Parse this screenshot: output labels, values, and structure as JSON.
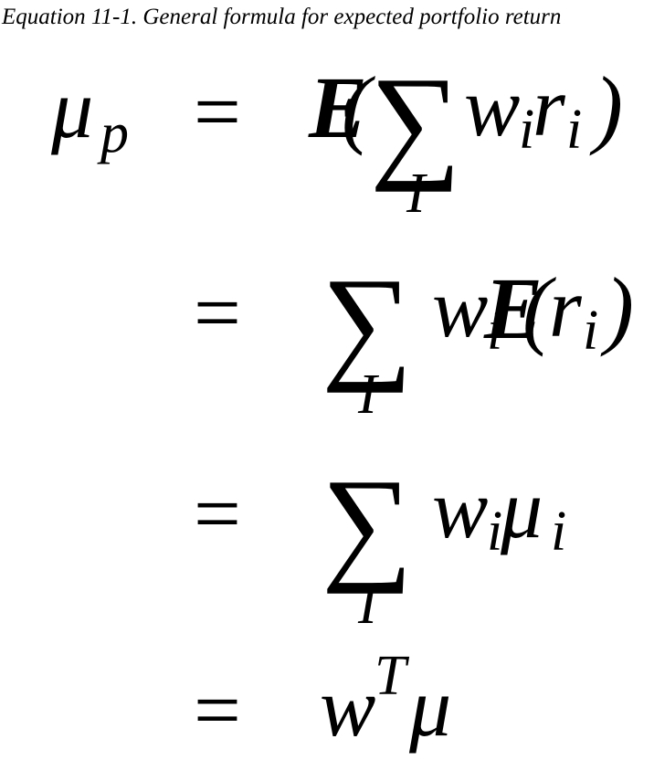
{
  "caption": "Equation 11-1. General formula for expected portfolio return",
  "symbols": {
    "mu": "μ",
    "p": "p",
    "equals": "=",
    "expectation": "E",
    "open_paren": "(",
    "close_paren": ")",
    "sum": "∑",
    "index_set": "I",
    "w": "w",
    "r": "r",
    "i": "i",
    "transpose": "T"
  }
}
